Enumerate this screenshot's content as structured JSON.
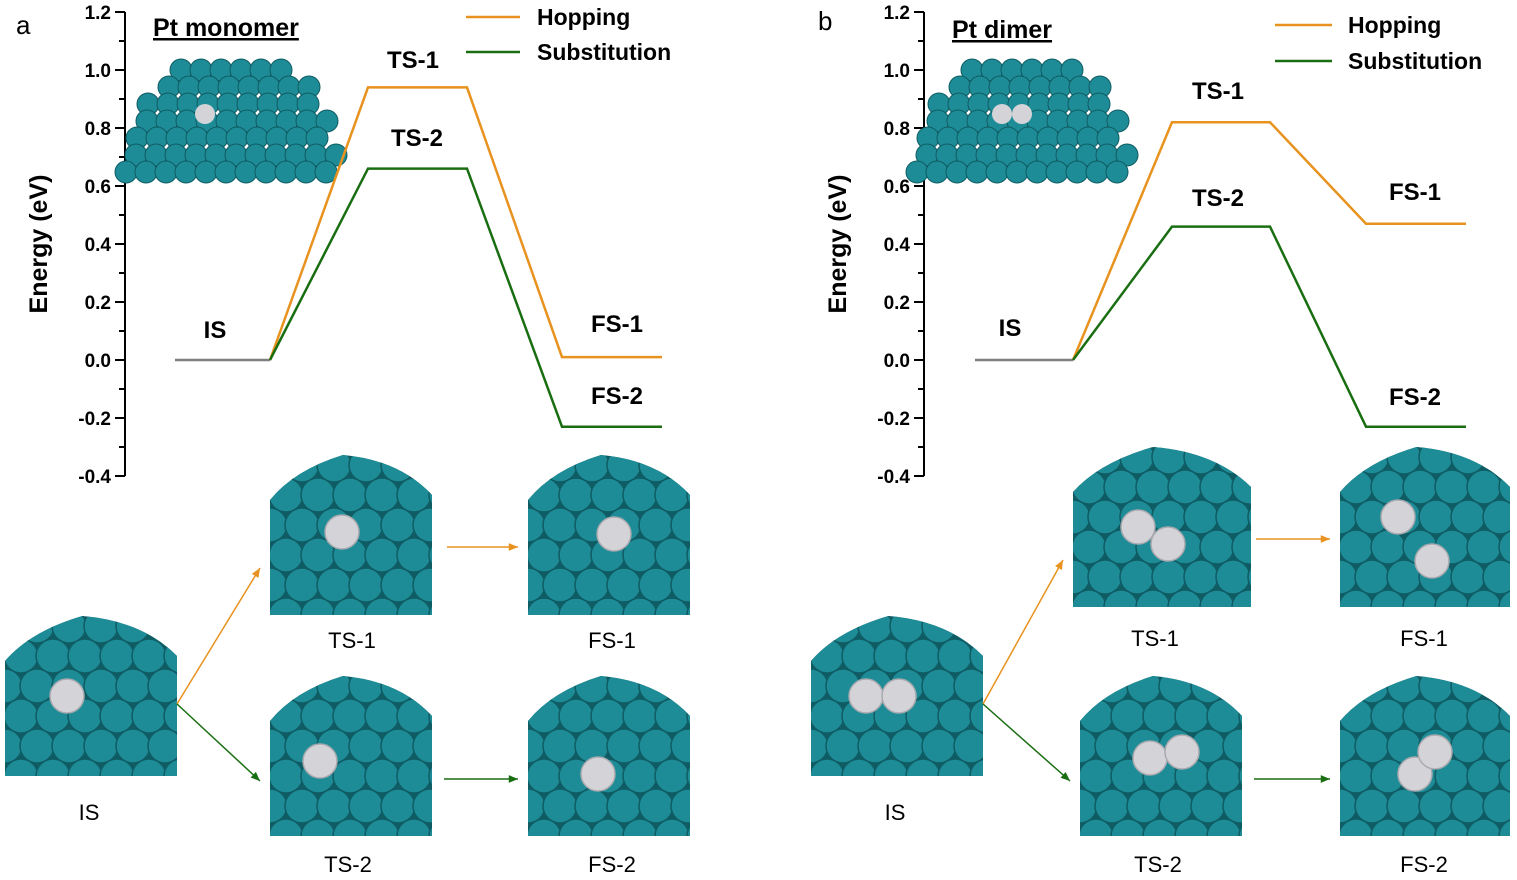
{
  "colors": {
    "hopping": "#e8921f",
    "substitution": "#1a6e12",
    "initial": "#7f7f7f",
    "atom": "#1e8c96",
    "atom_dark": "#0f5c64",
    "adatom": "#d4d4d8"
  },
  "chart_data": [
    {
      "panel": "a",
      "type": "line",
      "title": "Pt monomer",
      "ylabel": "Energy (eV)",
      "ylim": [
        -0.4,
        1.2
      ],
      "yticks": [
        "-0.4",
        "-0.2",
        "0.0",
        "0.2",
        "0.4",
        "0.6",
        "0.8",
        "1.0",
        "1.2"
      ],
      "legend_position": "top-right",
      "states": {
        "IS": 0.0
      },
      "series": [
        {
          "name": "Hopping",
          "color": "#e8921f",
          "values": [
            0.0,
            0.94,
            0.94,
            0.01,
            0.01
          ],
          "ts_label": "TS-1",
          "fs_label": "FS-1"
        },
        {
          "name": "Substitution",
          "color": "#1a6e12",
          "values": [
            0.0,
            0.66,
            0.66,
            -0.23,
            -0.23
          ],
          "ts_label": "TS-2",
          "fs_label": "FS-2"
        }
      ],
      "labels": {
        "is": "IS",
        "ts1": "TS-1",
        "ts2": "TS-2",
        "fs1": "FS-1",
        "fs2": "FS-2"
      },
      "captions": [
        "IS",
        "TS-1",
        "FS-1",
        "TS-2",
        "FS-2"
      ]
    },
    {
      "panel": "b",
      "type": "line",
      "title": "Pt dimer",
      "ylabel": "Energy (eV)",
      "ylim": [
        -0.4,
        1.2
      ],
      "yticks": [
        "-0.4",
        "-0.2",
        "0.0",
        "0.2",
        "0.4",
        "0.6",
        "0.8",
        "1.0",
        "1.2"
      ],
      "legend_position": "top-right",
      "states": {
        "IS": 0.0
      },
      "series": [
        {
          "name": "Hopping",
          "color": "#e8921f",
          "values": [
            0.0,
            0.82,
            0.82,
            0.47,
            0.47
          ],
          "ts_label": "TS-1",
          "fs_label": "FS-1"
        },
        {
          "name": "Substitution",
          "color": "#1a6e12",
          "values": [
            0.0,
            0.46,
            0.46,
            -0.23,
            -0.23
          ],
          "ts_label": "TS-2",
          "fs_label": "FS-2"
        }
      ],
      "labels": {
        "is": "IS",
        "ts1": "TS-1",
        "ts2": "TS-2",
        "fs1": "FS-1",
        "fs2": "FS-2"
      },
      "captions": [
        "IS",
        "TS-1",
        "FS-1",
        "TS-2",
        "FS-2"
      ]
    }
  ]
}
